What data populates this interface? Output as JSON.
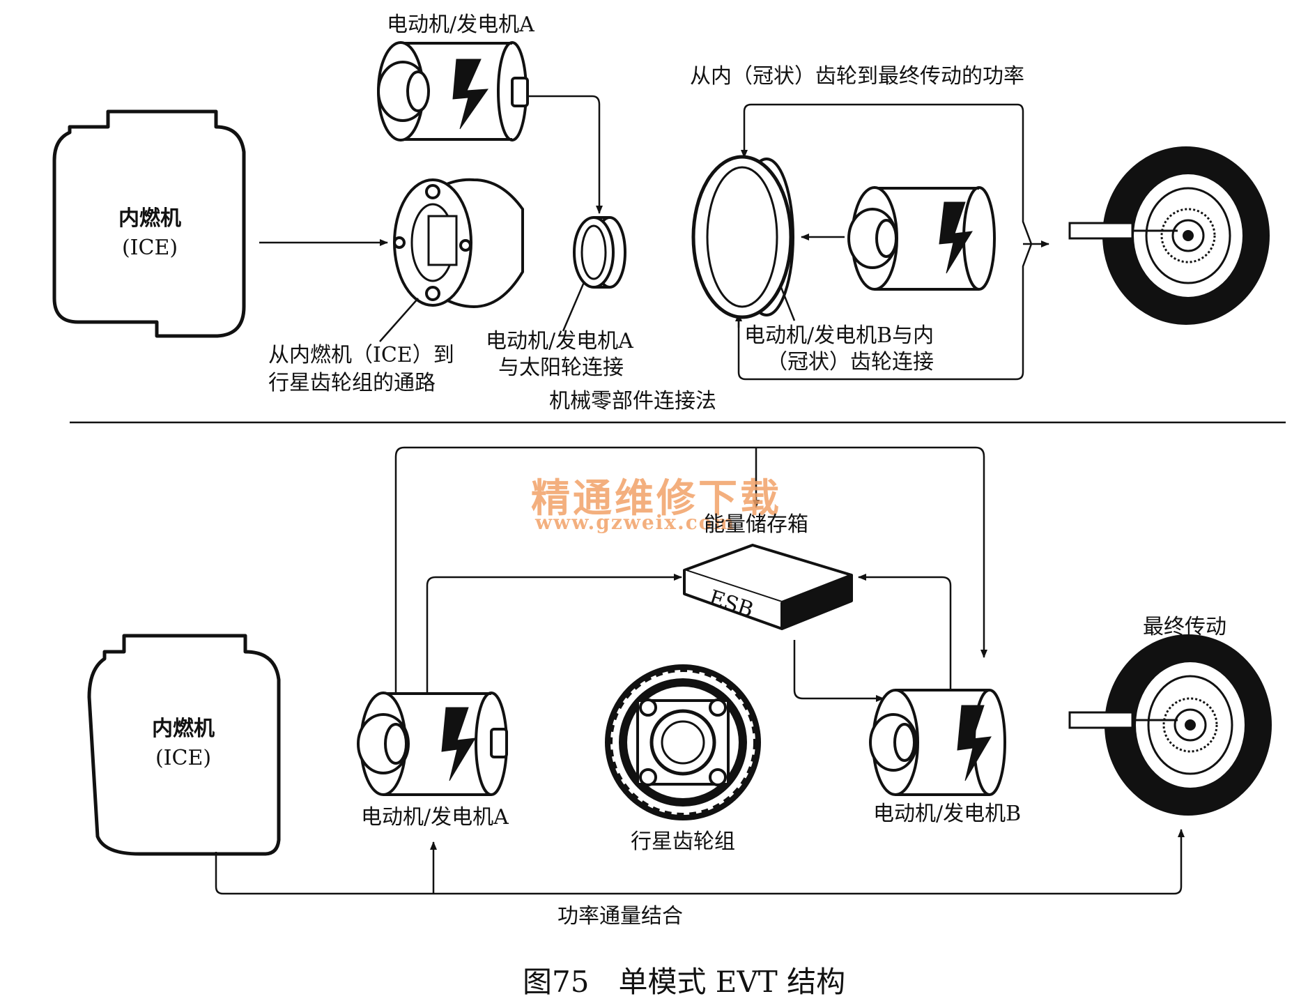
{
  "top": {
    "mga_label": "电动机/发电机A",
    "crown_power_label": "从内（冠状）齿轮到最终传动的功率",
    "ice_label_1": "内燃机",
    "ice_label_2": "(ICE)",
    "path_label_1": "从内燃机（ICE）到",
    "path_label_2": "行星齿轮组的通路",
    "sun_label_1": "电动机/发电机A",
    "sun_label_2": "与太阳轮连接",
    "mgb_ring_label_1": "电动机/发电机B与内",
    "mgb_ring_label_2": "（冠状）齿轮连接",
    "mechanical_label": "机械零部件连接法"
  },
  "bottom": {
    "esb_title": "能量储存箱",
    "esb_box": "ESB",
    "final_drive_label": "最终传动",
    "ice_label_1": "内燃机",
    "ice_label_2": "(ICE)",
    "mga_label": "电动机/发电机A",
    "planetary_label": "行星齿轮组",
    "mgb_label": "电动机/发电机B",
    "power_flux_label": "功率通量结合"
  },
  "watermark": {
    "cn": "精通维修下载",
    "url": "www.gzweix.com"
  },
  "caption": "图75　单模式 EVT 结构"
}
